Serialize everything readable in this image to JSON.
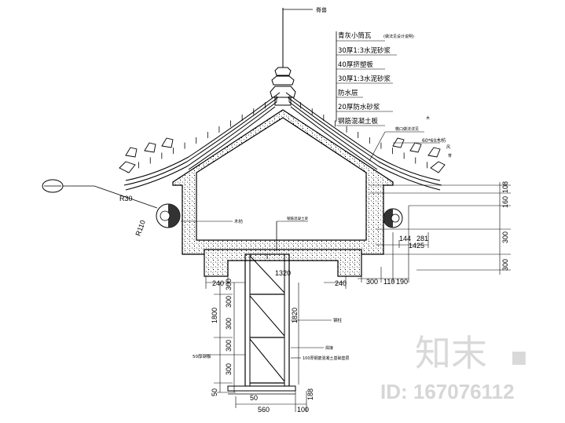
{
  "labels": {
    "ridge": "脊兽",
    "layer1": "青灰小筒瓦",
    "layer1_note": "(做法见设计说明)",
    "layer2": "30厚1:3水泥砂浆",
    "layer3": "40厚挤塑板",
    "layer4": "30厚1:3水泥砂浆",
    "layer5": "防水层",
    "layer6": "20厚防水砂浆",
    "layer7": "钢筋混凝土板",
    "eave_note": "檐口做法详见",
    "wood": "木",
    "wood_size": "60*60木枋",
    "side1": "风",
    "side2": "脊",
    "beam_wood": "木枋",
    "beam_note": "钢筋混凝土梁",
    "steel": "钢柱",
    "weld": "焊接",
    "bottom_note": "100厚钢筋混凝土基础垫层",
    "plate": "50厚钢板",
    "detail_code": "R30",
    "detail_code2": "R110"
  },
  "dims": {
    "d108": "108",
    "d160": "160",
    "d300a": "300",
    "d300b": "300",
    "d144": "144",
    "d281": "281",
    "d1425": "1425",
    "d300c": "300",
    "d110": "110",
    "d190": "190",
    "d240a": "240",
    "d240b": "240",
    "d1320": "1320",
    "d1800": "1800",
    "d1820": "1820",
    "d300v1": "300",
    "d300v2": "300",
    "d300v3": "300",
    "d300v4": "300",
    "d300v5": "300",
    "d50a": "50",
    "d50b": "50",
    "d560": "560",
    "d100": "100",
    "d188": "188"
  },
  "watermark": {
    "brand": "知末",
    "id": "ID: 167076112"
  }
}
